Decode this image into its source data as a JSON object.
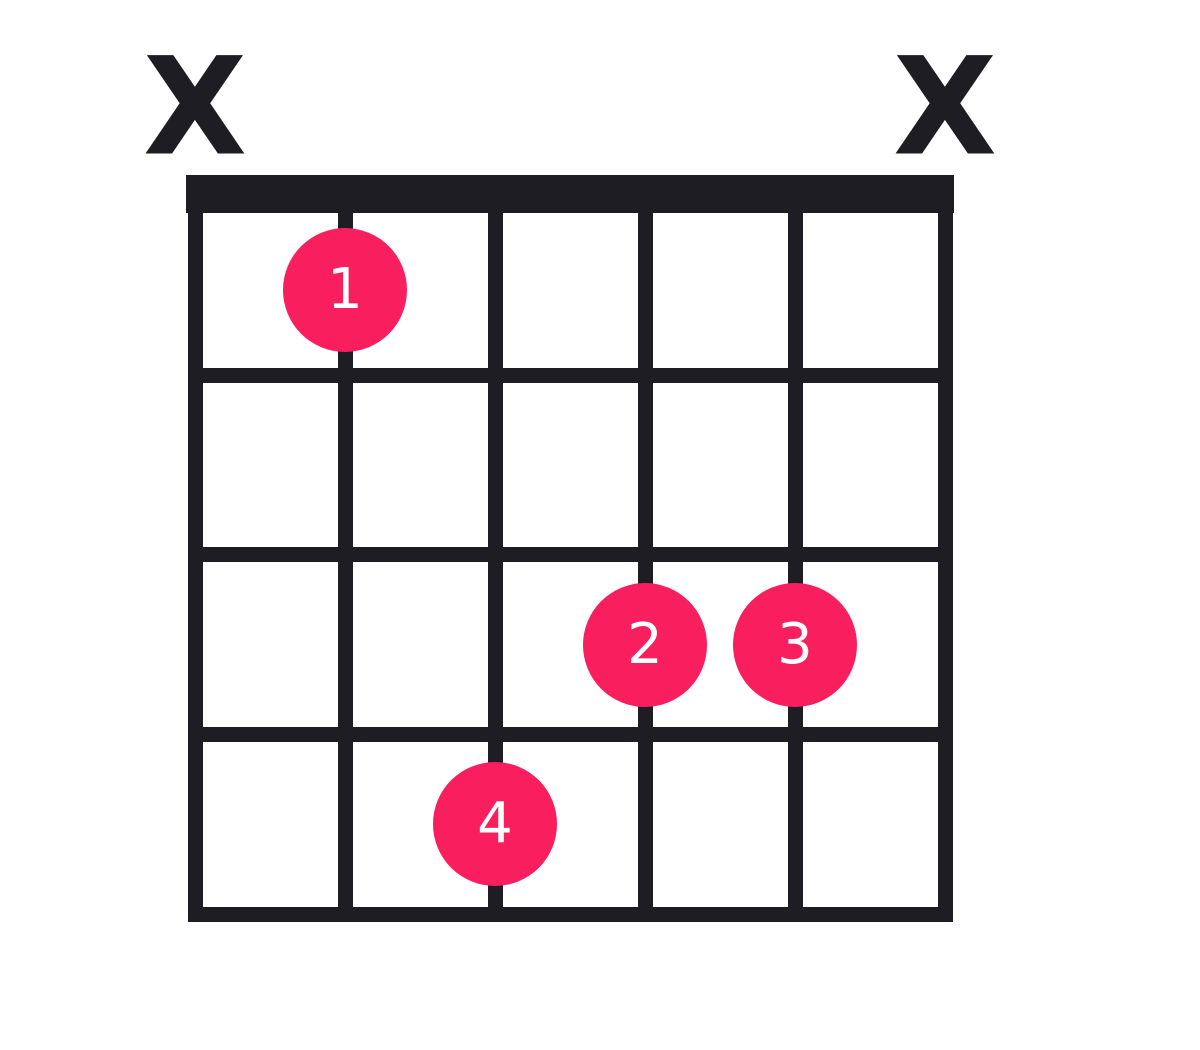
{
  "diagram": {
    "type": "guitar-chord-diagram",
    "strings_count": 6,
    "frets_shown": 4,
    "muted_strings": [
      {
        "string": 1,
        "symbol": "X"
      },
      {
        "string": 6,
        "symbol": "X"
      }
    ],
    "fingerings": [
      {
        "string": 2,
        "fret": 1,
        "finger": "1"
      },
      {
        "string": 4,
        "fret": 3,
        "finger": "2"
      },
      {
        "string": 5,
        "fret": 3,
        "finger": "3"
      },
      {
        "string": 3,
        "fret": 4,
        "finger": "4"
      }
    ],
    "colors": {
      "background": "#FFFFFF",
      "line": "#1D1D23",
      "finger_dot": "#F91E5E",
      "finger_number": "#FFFFFF"
    }
  }
}
